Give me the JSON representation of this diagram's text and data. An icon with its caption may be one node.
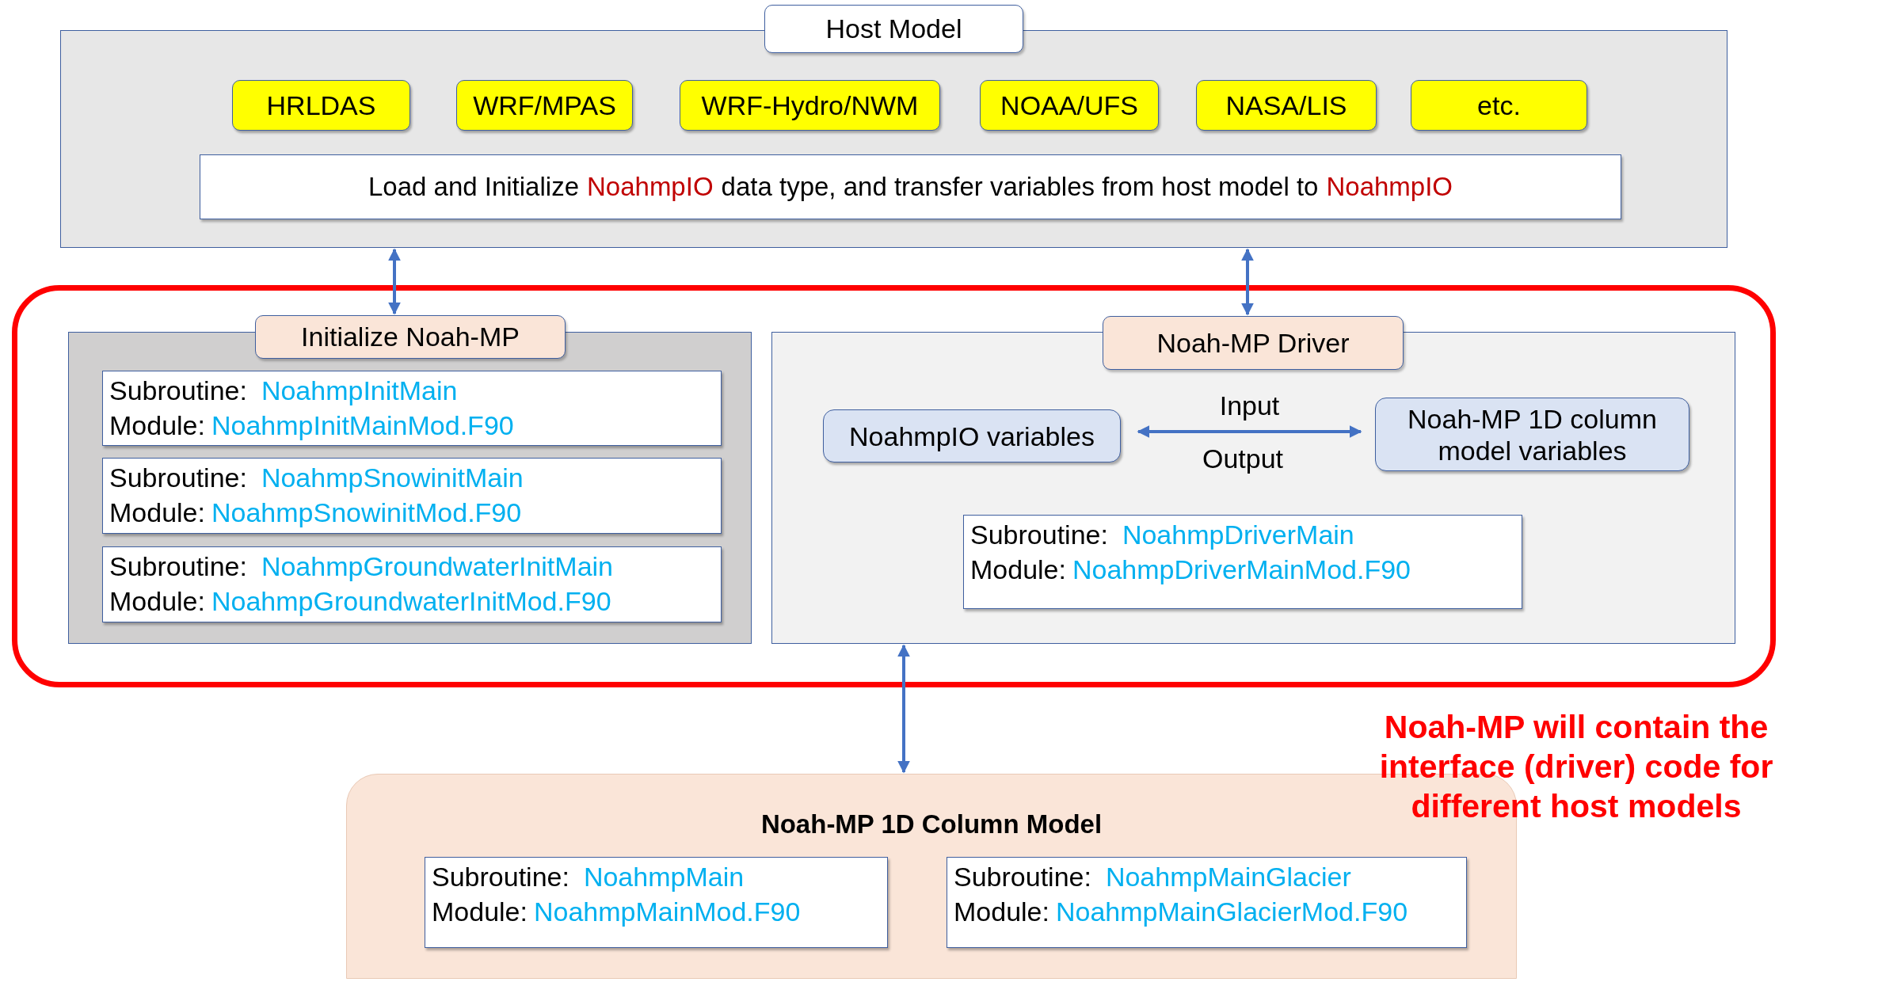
{
  "diagram": {
    "nodes": [
      {
        "text": [
          "Host Model"
        ]
      },
      {
        "text": [
          "HRLDAS"
        ],
        "in": 0
      },
      {
        "text": [
          "WRF/MPAS"
        ],
        "in": 0
      },
      {
        "text": [
          "WRF-Hydro/NWM"
        ],
        "in": 0
      },
      {
        "text": [
          "NOAA/UFS"
        ],
        "in": 0
      },
      {
        "text": [
          "NASA/LIS"
        ],
        "in": 0
      },
      {
        "text": [
          "etc."
        ],
        "in": 0
      },
      {
        "text": [
          "Load and Initialize",
          "NoahmpIO",
          "data type, and transfer variables from host model to",
          "NoahmpIO"
        ],
        "in": 0
      },
      {
        "text": [],
        "shape": "box"
      },
      {
        "text": [
          "Initialize Noah-MP"
        ],
        "in": 8
      },
      {
        "text": [
          "Subroutine:",
          "NoahmpInitMain",
          "Module:",
          "NoahmpInitMainMod.F90"
        ],
        "in": 9
      },
      {
        "text": [
          "Subroutine:",
          "NoahmpSnowinitMain",
          "Module:",
          "NoahmpSnowinitMod.F90"
        ],
        "in": 9
      },
      {
        "text": [
          "Subroutine:",
          "NoahmpGroundwaterInitMain",
          "Module:",
          "NoahmpGroundwaterInitMod.F90"
        ],
        "in": 9
      },
      {
        "text": [
          "Noah-MP Driver"
        ],
        "in": 8
      },
      {
        "text": [
          "NoahmpIO variables"
        ],
        "in": 13
      },
      {
        "text": [
          "Noah-MP 1D column model variables"
        ],
        "in": 13
      },
      {
        "text": [
          "Subroutine:",
          "NoahmpDriverMain",
          "Module:",
          "NoahmpDriverMainMod.F90"
        ],
        "in": 13
      },
      {
        "text": [
          "Noah-MP 1D Column Model"
        ]
      },
      {
        "text": [
          "Subroutine:",
          "NoahmpMain",
          "Module:",
          "NoahmpMainMod.F90"
        ],
        "in": 17
      },
      {
        "text": [
          "Subroutine:",
          "NoahmpMainGlacier",
          "Module:",
          "NoahmpMainGlacierMod.F90"
        ],
        "in": 17
      }
    ],
    "edges": [
      {
        "from": 0,
        "to": 9,
        "arrow": "both"
      },
      {
        "from": 0,
        "to": 13,
        "arrow": "both"
      },
      {
        "from": 14,
        "to": 15,
        "arrow": "both",
        "label": "Input"
      },
      {
        "from": 13,
        "to": 17,
        "arrow": "both"
      }
    ],
    "labels": [
      "Output",
      "Noah-MP will contain the interface (driver) code for different host models"
    ]
  }
}
